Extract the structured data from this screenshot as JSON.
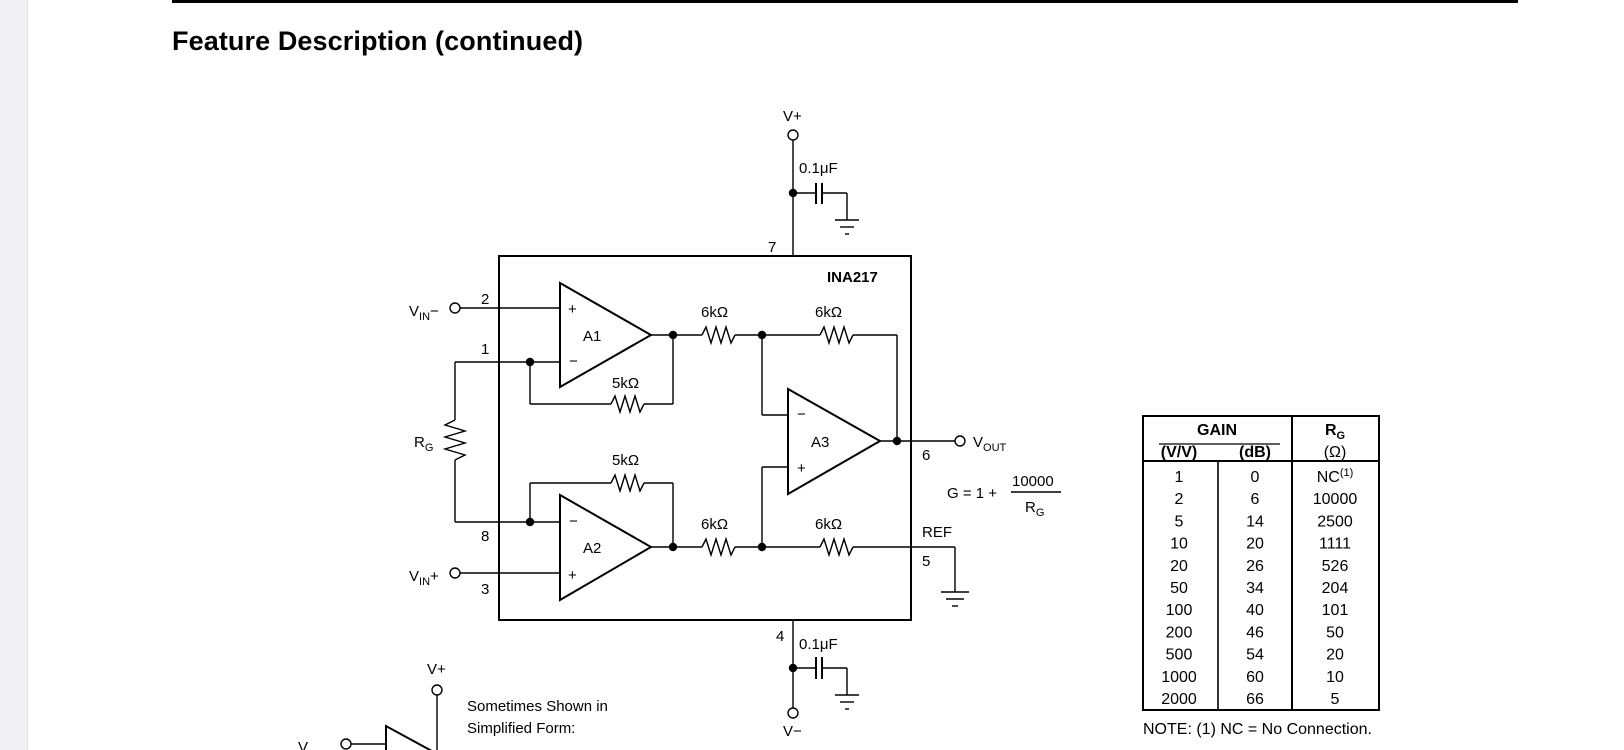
{
  "page": {
    "heading": "Feature Description (continued)"
  },
  "schematic": {
    "device": "INA217",
    "supply_pos": "V+",
    "supply_neg": "V−",
    "cap_top": "0.1μF",
    "cap_bottom": "0.1μF",
    "pin_vplus": "7",
    "pin_vminus": "4",
    "vin_minus_main": "V",
    "vin_minus_sub": "IN",
    "vin_minus_sign": "−",
    "vin_plus_main": "V",
    "vin_plus_sub": "IN",
    "vin_plus_sign": "+",
    "pin_vin_minus": "2",
    "pin_rg_top": "1",
    "pin_rg_bottom": "8",
    "pin_vin_plus": "3",
    "rg_main": "R",
    "rg_sub": "G",
    "amp1": "A1",
    "amp2": "A2",
    "amp3": "A3",
    "plus": "+",
    "minus": "−",
    "r_6k": "6kΩ",
    "r_5k": "5kΩ",
    "vout_main": "V",
    "vout_sub": "OUT",
    "pin_vout": "6",
    "ref_label": "REF",
    "pin_ref": "5",
    "gain_prefix": "G = 1 +",
    "gain_numerator": "10000",
    "gain_den_main": "R",
    "gain_den_sub": "G"
  },
  "simplified": {
    "vplus": "V+",
    "note_line1": "Sometimes Shown in",
    "note_line2": "Simplified Form:",
    "vin_label": "V"
  },
  "gain_table": {
    "gain_header": "GAIN",
    "col_vv": "(V/V)",
    "col_db": "(dB)",
    "rg_main": "R",
    "rg_sub": "G",
    "rg_unit": "(Ω)",
    "rows": [
      {
        "vv": "1",
        "db": "0",
        "rg": "NC",
        "sup": "(1)"
      },
      {
        "vv": "2",
        "db": "6",
        "rg": "10000"
      },
      {
        "vv": "5",
        "db": "14",
        "rg": "2500"
      },
      {
        "vv": "10",
        "db": "20",
        "rg": "1111"
      },
      {
        "vv": "20",
        "db": "26",
        "rg": "526"
      },
      {
        "vv": "50",
        "db": "34",
        "rg": "204"
      },
      {
        "vv": "100",
        "db": "40",
        "rg": "101"
      },
      {
        "vv": "200",
        "db": "46",
        "rg": "50"
      },
      {
        "vv": "500",
        "db": "54",
        "rg": "20"
      },
      {
        "vv": "1000",
        "db": "60",
        "rg": "10"
      },
      {
        "vv": "2000",
        "db": "66",
        "rg": "5"
      }
    ],
    "note": "NOTE: (1) NC = No Connection."
  }
}
